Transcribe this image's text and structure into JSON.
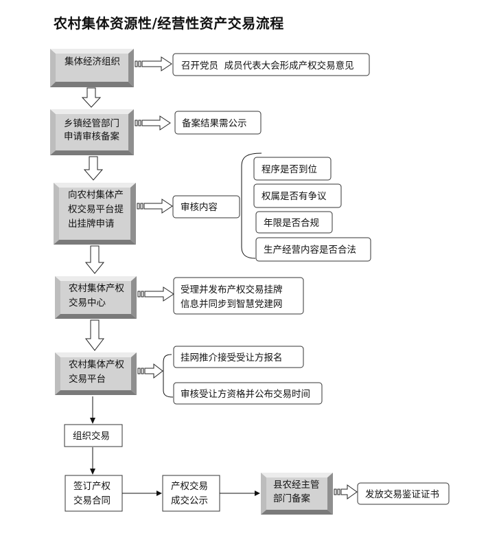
{
  "title": "农村集体资源性/经营性资产交易流程",
  "steps": {
    "collective_org": [
      "集体经济组织"
    ],
    "township_dept": [
      "乡镇经管部门",
      "申请审核备案"
    ],
    "apply_listing": [
      "向农村集体产",
      "权交易平台提",
      "出挂牌申请"
    ],
    "trading_center": [
      "农村集体产权",
      "交易中心"
    ],
    "trading_platform": [
      "农村集体产权",
      "交易平台"
    ],
    "organize_trade": [
      "组织交易"
    ],
    "sign_contract": [
      "签订产权",
      "交易合同"
    ],
    "publicity": [
      "产权交易",
      "成交公示"
    ],
    "county_record": [
      "县农经主管",
      "部门备案"
    ]
  },
  "notes": {
    "meeting": "召开党员  成员代表大会形成产权交易意见",
    "record_public": "备案结果需公示",
    "review_content": "审核内容",
    "procedure": "程序是否到位",
    "ownership": "权属是否有争议",
    "term": "年限是否合规",
    "business": "生产经营内容是否合法",
    "accept_publish": [
      "受理并发布产权交易挂牌",
      "信息并同步到智慧党建网"
    ],
    "online_listing": "挂网推介接受受让方报名",
    "qualification": "审核受让方资格并公布交易时间",
    "certificate": "发放交易鉴证证书"
  }
}
